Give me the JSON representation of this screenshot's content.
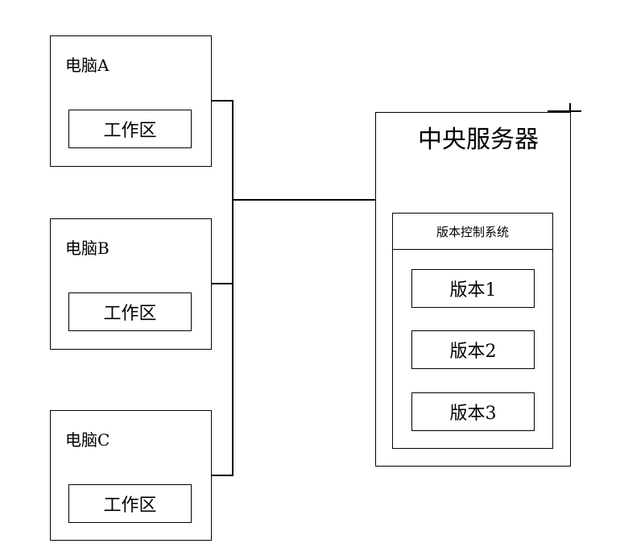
{
  "computers": [
    {
      "title": "电脑A",
      "workspace": "工作区"
    },
    {
      "title": "电脑B",
      "workspace": "工作区"
    },
    {
      "title": "电脑C",
      "workspace": "工作区"
    }
  ],
  "server": {
    "title": "中央服务器",
    "vcs_title": "版本控制系统",
    "versions": [
      "版本1",
      "版本2",
      "版本3"
    ]
  }
}
